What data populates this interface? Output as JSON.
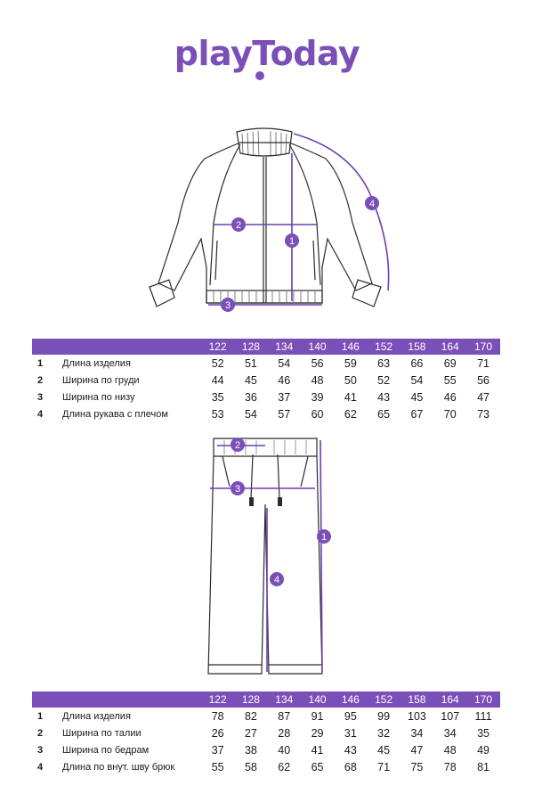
{
  "brand": {
    "logo_text": "playToday",
    "accent_color": "#7b4fb8"
  },
  "jacket": {
    "markers": [
      "1",
      "2",
      "3",
      "4"
    ],
    "sizes": [
      "122",
      "128",
      "134",
      "140",
      "146",
      "152",
      "158",
      "164",
      "170"
    ],
    "rows": [
      {
        "num": "1",
        "label": "Длина изделия",
        "values": [
          "52",
          "51",
          "54",
          "56",
          "59",
          "63",
          "66",
          "69",
          "71"
        ]
      },
      {
        "num": "2",
        "label": "Ширина по груди",
        "values": [
          "44",
          "45",
          "46",
          "48",
          "50",
          "52",
          "54",
          "55",
          "56"
        ]
      },
      {
        "num": "3",
        "label": "Ширина по низу",
        "values": [
          "35",
          "36",
          "37",
          "39",
          "41",
          "43",
          "45",
          "46",
          "47"
        ]
      },
      {
        "num": "4",
        "label": "Длина рукава с плечом",
        "values": [
          "53",
          "54",
          "57",
          "60",
          "62",
          "65",
          "67",
          "70",
          "73"
        ]
      }
    ]
  },
  "pants": {
    "markers": [
      "1",
      "2",
      "3",
      "4"
    ],
    "sizes": [
      "122",
      "128",
      "134",
      "140",
      "146",
      "152",
      "158",
      "164",
      "170"
    ],
    "rows": [
      {
        "num": "1",
        "label": "Длина изделия",
        "values": [
          "78",
          "82",
          "87",
          "91",
          "95",
          "99",
          "103",
          "107",
          "111"
        ]
      },
      {
        "num": "2",
        "label": "Ширина по талии",
        "values": [
          "26",
          "27",
          "28",
          "29",
          "31",
          "32",
          "34",
          "34",
          "35"
        ]
      },
      {
        "num": "3",
        "label": "Ширина по бедрам",
        "values": [
          "37",
          "38",
          "40",
          "41",
          "43",
          "45",
          "47",
          "48",
          "49"
        ]
      },
      {
        "num": "4",
        "label": "Длина по внут. шву брюк",
        "values": [
          "55",
          "58",
          "62",
          "65",
          "68",
          "71",
          "75",
          "78",
          "81"
        ]
      }
    ]
  }
}
